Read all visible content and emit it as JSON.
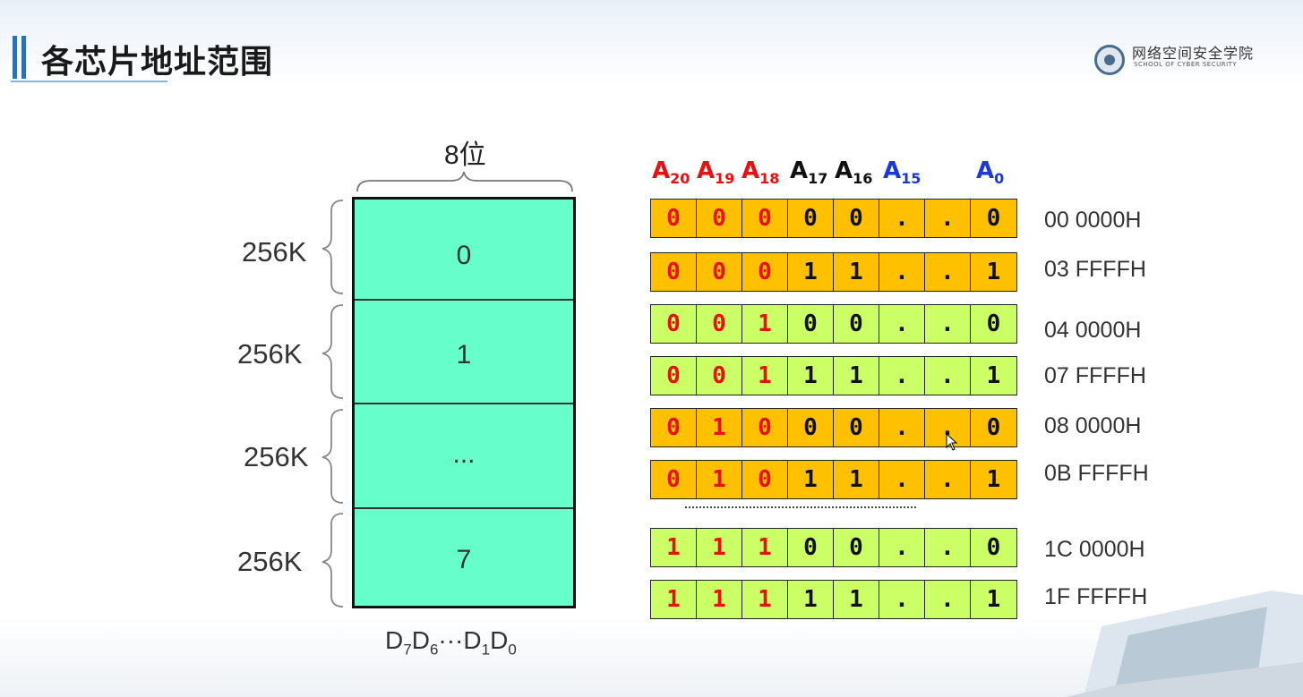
{
  "header": {
    "title": "各芯片地址范围",
    "logo_cn": "网络空间安全学院",
    "logo_en": "SCHOOL OF CYBER SECURITY"
  },
  "memory": {
    "width_label": "8位",
    "size_label": "256K",
    "chips": [
      "0",
      "1",
      "...",
      "7"
    ],
    "data_pins": {
      "d7": "D",
      "s7": "7",
      "d6": "D",
      "s6": "6",
      "dots": "···",
      "d1": "D",
      "s1": "1",
      "d0": "D",
      "s0": "0"
    }
  },
  "address": {
    "headers": [
      {
        "base": "A",
        "sub": "20",
        "color": "#e81010"
      },
      {
        "base": "A",
        "sub": "19",
        "color": "#e81010"
      },
      {
        "base": "A",
        "sub": "18",
        "color": "#e81010"
      },
      {
        "base": "A",
        "sub": "17",
        "color": "#111111"
      },
      {
        "base": "A",
        "sub": "16",
        "color": "#111111"
      },
      {
        "base": "A",
        "sub": "15",
        "color": "#1a3ad6"
      },
      {
        "base": "A",
        "sub": "0",
        "color": "#1a3ad6"
      }
    ],
    "rows": [
      {
        "bits": [
          "0",
          "0",
          "0",
          "0",
          "0",
          ".",
          ".",
          "0"
        ],
        "fill": "#ffc000",
        "hex": "00 0000H"
      },
      {
        "bits": [
          "0",
          "0",
          "0",
          "1",
          "1",
          ".",
          ".",
          "1"
        ],
        "fill": "#ffc000",
        "hex": "03 FFFFH"
      },
      {
        "bits": [
          "0",
          "0",
          "1",
          "0",
          "0",
          ".",
          ".",
          "0"
        ],
        "fill": "#ccff66",
        "hex": "04 0000H"
      },
      {
        "bits": [
          "0",
          "0",
          "1",
          "1",
          "1",
          ".",
          ".",
          "1"
        ],
        "fill": "#ccff66",
        "hex": "07 FFFFH"
      },
      {
        "bits": [
          "0",
          "1",
          "0",
          "0",
          "0",
          ".",
          ".",
          "0"
        ],
        "fill": "#ffc000",
        "hex": "08 0000H"
      },
      {
        "bits": [
          "0",
          "1",
          "0",
          "1",
          "1",
          ".",
          ".",
          "1"
        ],
        "fill": "#ffc000",
        "hex": "0B FFFFH"
      },
      {
        "bits": [
          "1",
          "1",
          "1",
          "0",
          "0",
          ".",
          ".",
          "0"
        ],
        "fill": "#ccff66",
        "hex": "1C 0000H"
      },
      {
        "bits": [
          "1",
          "1",
          "1",
          "1",
          "1",
          ".",
          ".",
          "1"
        ],
        "fill": "#ccff66",
        "hex": "1F FFFFH"
      }
    ],
    "high_bit_color": "#e81010"
  }
}
